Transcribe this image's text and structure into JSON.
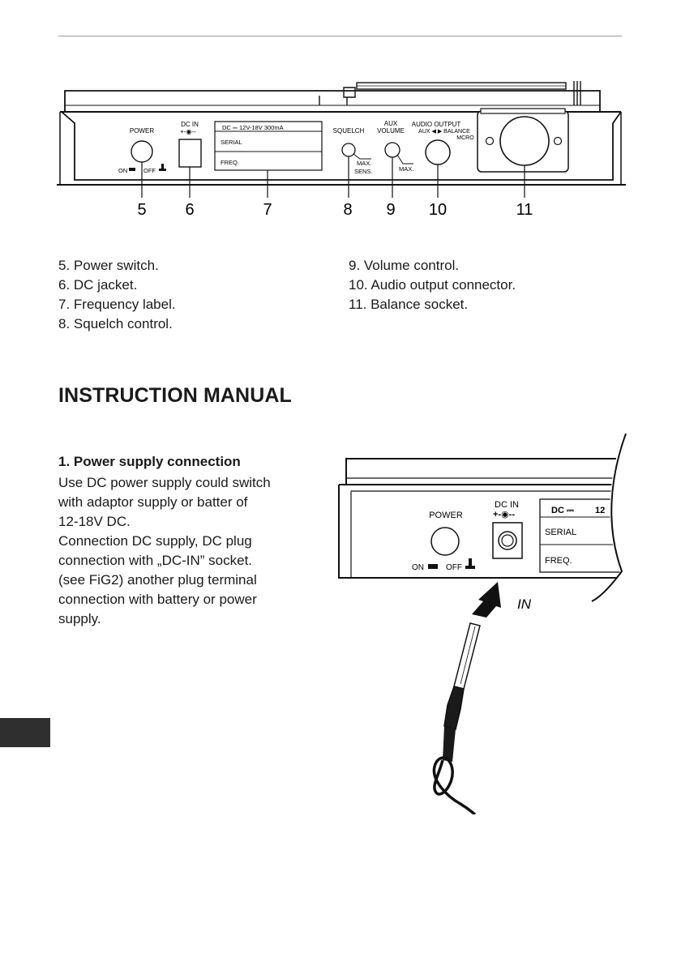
{
  "figure1": {
    "labels": {
      "power": "POWER",
      "on": "ON",
      "off": "OFF",
      "dc_in": "DC   IN",
      "dc_rating": "DC ⎓   12V-18V  300mA",
      "serial": "SERIAL",
      "freq": "FREQ.",
      "squelch": "SQUELCH",
      "max_sens_1": "MAX.",
      "max_sens_2": "SENS.",
      "aux_volume_1": "AUX",
      "aux_volume_2": "VOLUME",
      "max": "MAX.",
      "audio_output_1": "AUDIO OUTPUT",
      "audio_output_2": "AUX ◀ ▶ BALANCE",
      "audio_output_3": "MCRO"
    },
    "callouts": [
      "5",
      "6",
      "7",
      "8",
      "9",
      "10",
      "11"
    ]
  },
  "legend_left": [
    "5. Power switch.",
    "6. DC jacket.",
    "7. Frequency label.",
    "8. Squelch control."
  ],
  "legend_right": [
    "9. Volume control.",
    "10. Audio output connector.",
    "11. Balance socket."
  ],
  "section_title": "INSTRUCTION MANUAL",
  "subsection": {
    "title": "1. Power supply connection",
    "lines": [
      "Use DC power supply could switch",
      "with adaptor supply or batter of",
      "12-18V DC.",
      "Connection DC supply, DC plug",
      "connection with „DC-IN” socket.",
      "(see FiG2) another plug terminal",
      "connection with battery or power",
      "supply."
    ]
  },
  "figure2": {
    "labels": {
      "power": "POWER",
      "on": "ON",
      "off": "OFF",
      "dc_in": "DC   IN",
      "dc": "DC ⎓",
      "rating_partial": "12",
      "serial": "SERIAL",
      "freq": "FREQ.",
      "in": "IN"
    }
  }
}
